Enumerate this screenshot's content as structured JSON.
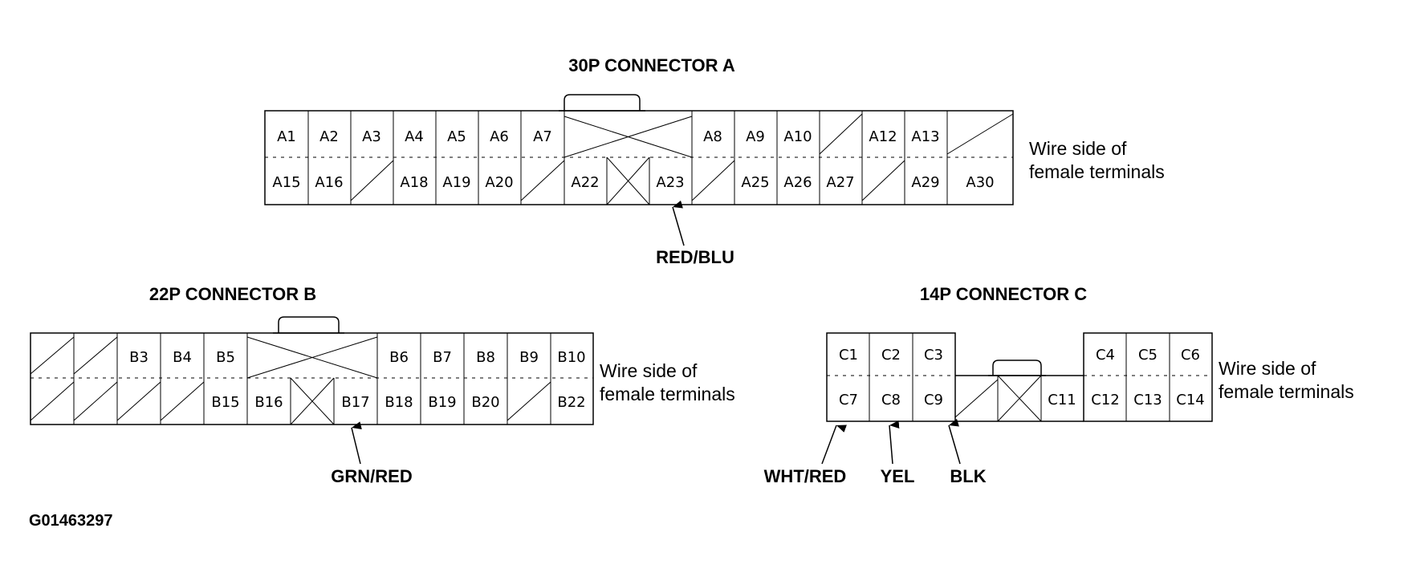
{
  "connector_a": {
    "title": "30P CONNECTOR A",
    "side_label_line1": "Wire side of",
    "side_label_line2": "female terminals",
    "top_row": [
      "A1",
      "A2",
      "A3",
      "A4",
      "A5",
      "A6",
      "A7",
      "",
      "",
      "",
      "A8",
      "A9",
      "A10",
      "",
      "A12",
      "A13",
      ""
    ],
    "bottom_row": [
      "A15",
      "A16",
      "",
      "A18",
      "A19",
      "A20",
      "",
      "A22",
      "",
      "A23",
      "",
      "A25",
      "A26",
      "A27",
      "",
      "A29",
      "A30"
    ],
    "wire_label": "RED/BLU"
  },
  "connector_b": {
    "title": "22P CONNECTOR B",
    "side_label_line1": "Wire side of",
    "side_label_line2": "female terminals",
    "top_row": [
      "",
      "",
      "B3",
      "B4",
      "B5",
      "",
      "",
      "",
      "B6",
      "B7",
      "B8",
      "B9",
      "B10"
    ],
    "bottom_row": [
      "",
      "",
      "",
      "",
      "B15",
      "B16",
      "",
      "B17",
      "B18",
      "B19",
      "B20",
      "",
      "B22"
    ],
    "wire_label": "GRN/RED"
  },
  "connector_c": {
    "title": "14P CONNECTOR C",
    "side_label_line1": "Wire side of",
    "side_label_line2": "female terminals",
    "top_row": [
      "C1",
      "C2",
      "C3",
      "",
      "",
      "",
      "C4",
      "C5",
      "C6"
    ],
    "bottom_row": [
      "C7",
      "C8",
      "C9",
      "",
      "",
      "C11",
      "C12",
      "C13",
      "C14"
    ],
    "wire_labels": [
      "WHT/RED",
      "YEL",
      "BLK"
    ]
  },
  "figure_code": "G01463297"
}
